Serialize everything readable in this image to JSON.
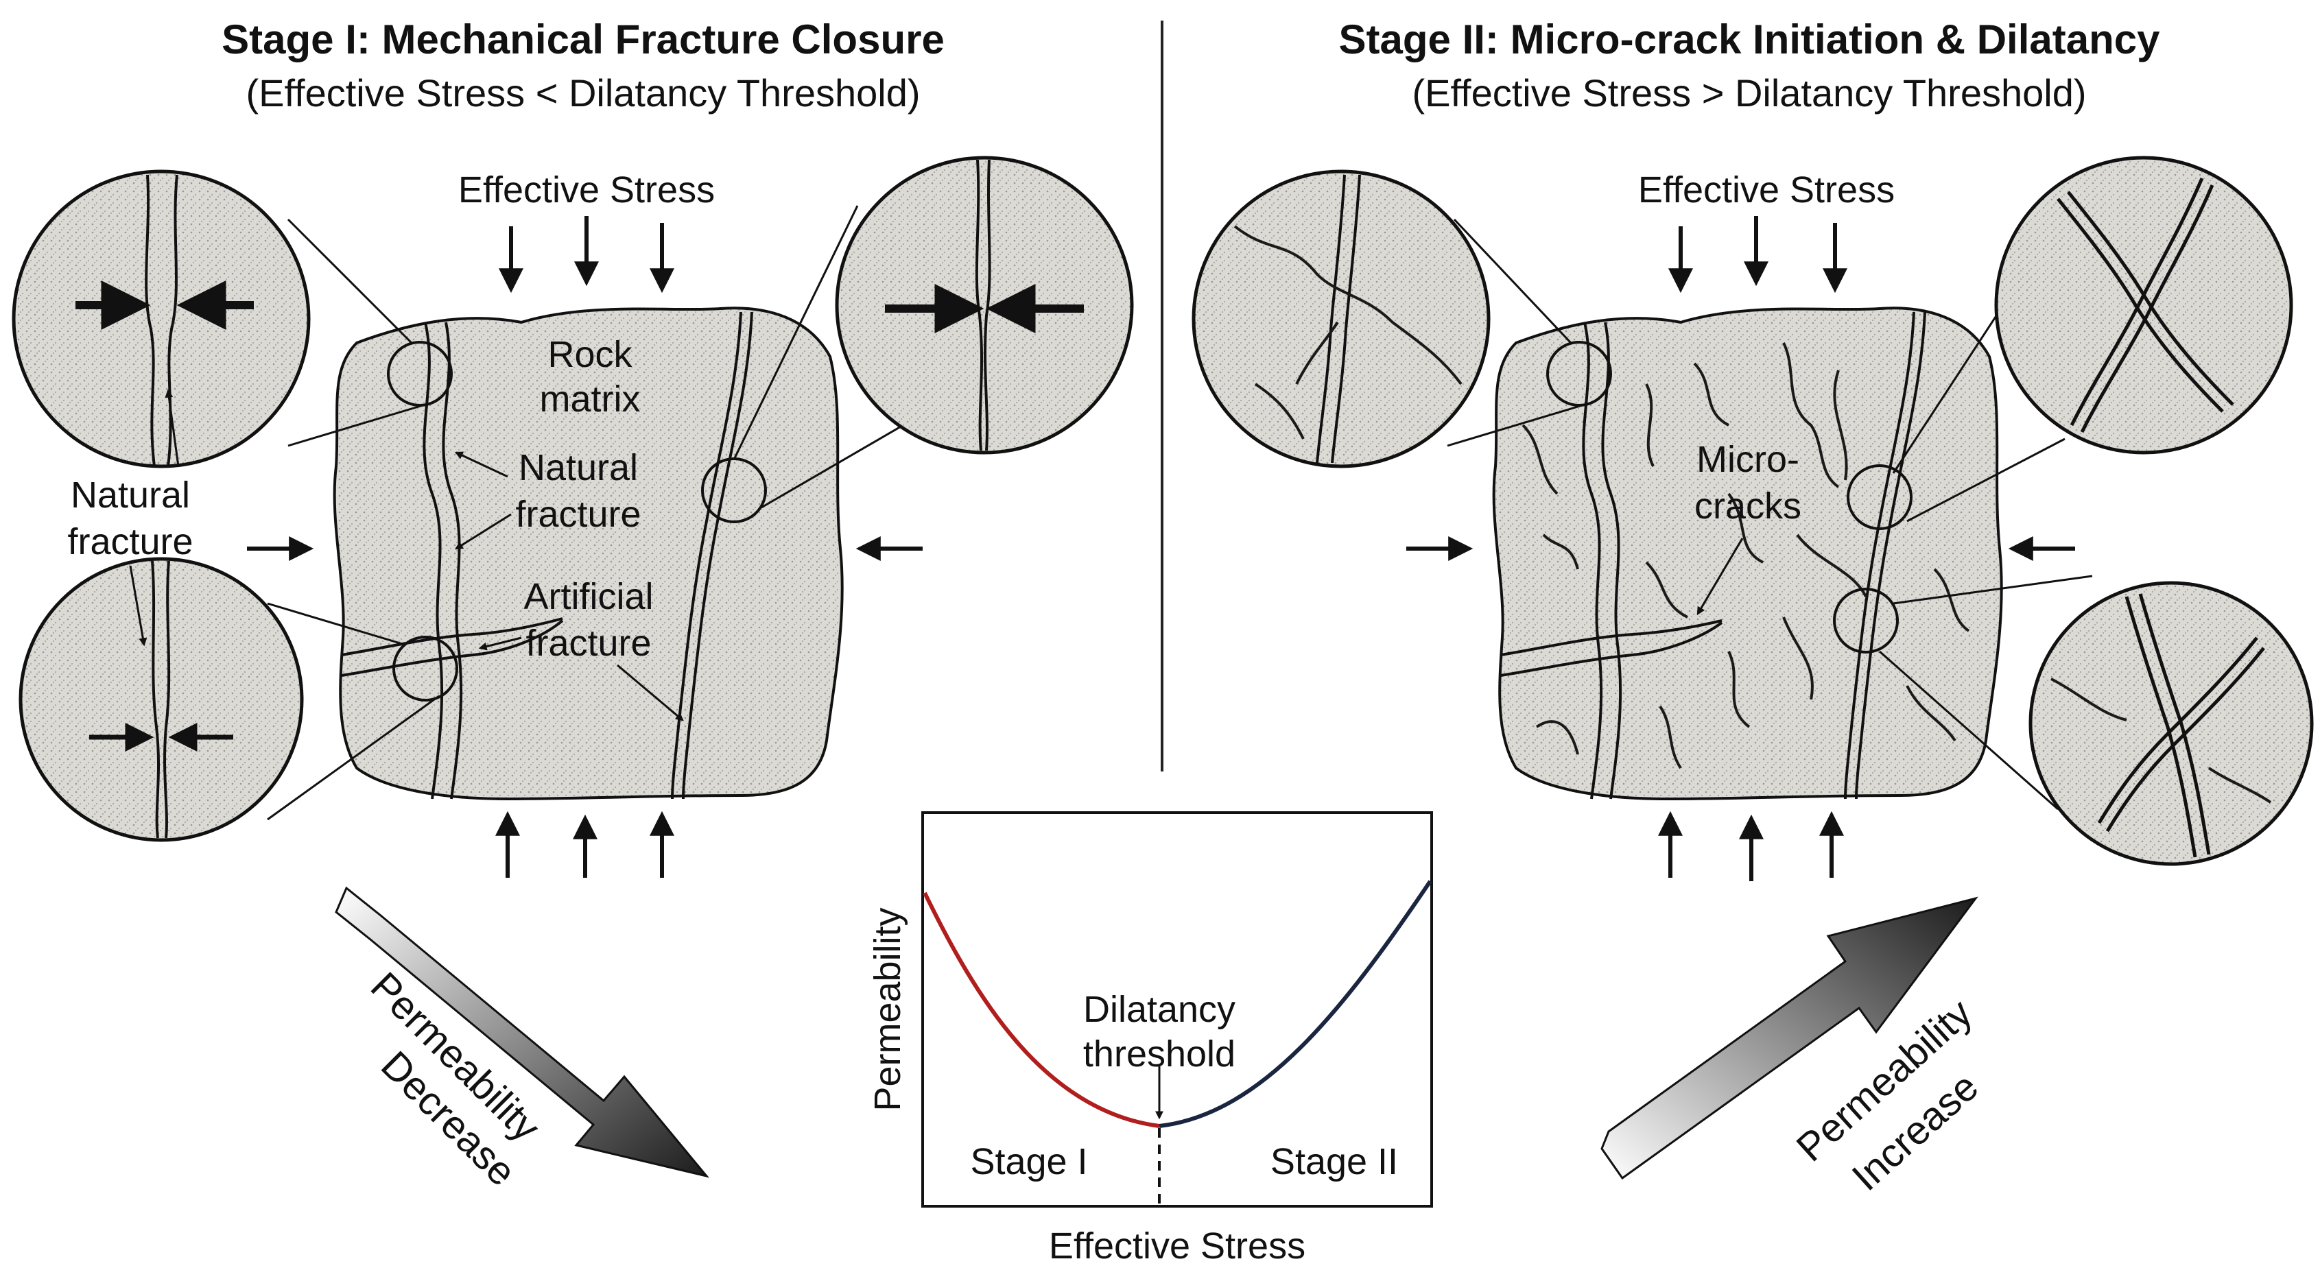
{
  "stage1": {
    "title": "Stage I: Mechanical Fracture Closure",
    "subtitle": "(Effective Stress < Dilatancy Threshold)",
    "effective_stress": "Effective Stress",
    "rock_matrix": [
      "Rock",
      "matrix"
    ],
    "natural_fracture_inner": [
      "Natural",
      "fracture"
    ],
    "natural_fracture_outer": [
      "Natural",
      "fracture"
    ],
    "artificial_fracture": [
      "Artificial",
      "fracture"
    ]
  },
  "stage2": {
    "title": "Stage II: Micro-crack Initiation & Dilatancy",
    "subtitle": "(Effective Stress > Dilatancy Threshold)",
    "effective_stress": "Effective Stress",
    "microcracks": [
      "Micro-",
      "cracks"
    ]
  },
  "arrows": {
    "decrease": [
      "Permeability",
      "Decrease"
    ],
    "increase": [
      "Permeability",
      "Increase"
    ]
  },
  "graph": {
    "ylabel": "Permeability",
    "xlabel": "Effective Stress",
    "threshold": [
      "Dilatancy",
      "threshold"
    ],
    "stage1_label": "Stage I",
    "stage2_label": "Stage II"
  },
  "colors": {
    "stage1_curve": "#b01e1e",
    "stage2_curve": "#1a2540",
    "rock_fill": "#d9d7d2"
  }
}
